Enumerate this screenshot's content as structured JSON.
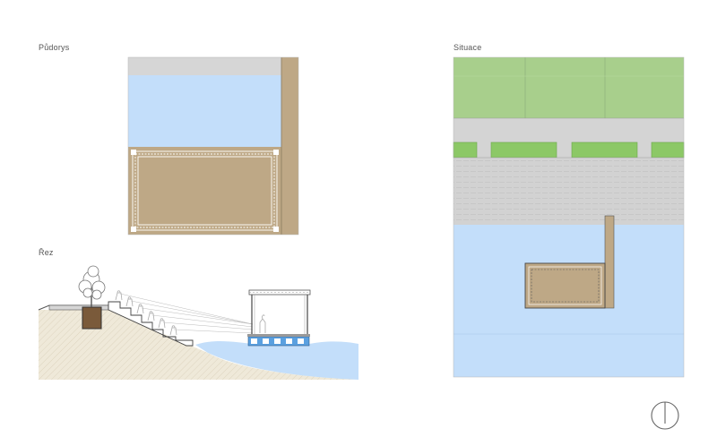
{
  "drawings": {
    "plan": {
      "title": "Půdorys"
    },
    "section": {
      "title": "Řez"
    },
    "site": {
      "title": "Situace"
    }
  },
  "colors": {
    "water": "#c3defa",
    "deck": "#bea886",
    "grass": "#a8cf8c",
    "paving": "#d2d2d2",
    "soil": "#efe9d9"
  },
  "icons": [
    "north-arrow-icon",
    "tree-icon"
  ]
}
